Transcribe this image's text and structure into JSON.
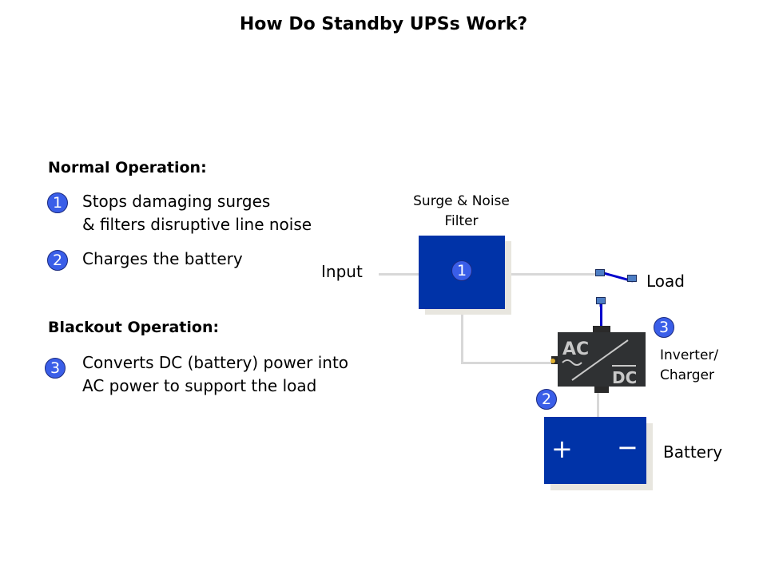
{
  "title": "How Do Standby UPSs Work?",
  "left_panel": {
    "normal_heading": "Normal Operation:",
    "normal_items": [
      {
        "badge": "1",
        "lines": [
          "Stops damaging surges",
          "& filters disruptive line noise"
        ]
      },
      {
        "badge": "2",
        "lines": [
          "Charges the battery"
        ]
      }
    ],
    "blackout_heading": "Blackout Operation:",
    "blackout_items": [
      {
        "badge": "3",
        "lines": [
          "Converts DC (battery) power into",
          "AC power to support the load"
        ]
      }
    ]
  },
  "diagram": {
    "filter_label_line1": "Surge & Noise",
    "filter_label_line2": "Filter",
    "filter_badge": "1",
    "input_label": "Input",
    "load_label": "Load",
    "inverter_badge": "3",
    "inverter_label_line1": "Inverter/",
    "inverter_label_line2": "Charger",
    "inverter_icon_top": "AC",
    "inverter_icon_bottom": "DC",
    "battery_badge": "2",
    "battery_plus": "+",
    "battery_minus": "−",
    "battery_label": "Battery",
    "colors": {
      "block_blue": "#0033a8",
      "badge_blue": "#3a5ee8",
      "wire_gray": "#d8d8d8",
      "switch_blue": "#0000cc"
    }
  }
}
